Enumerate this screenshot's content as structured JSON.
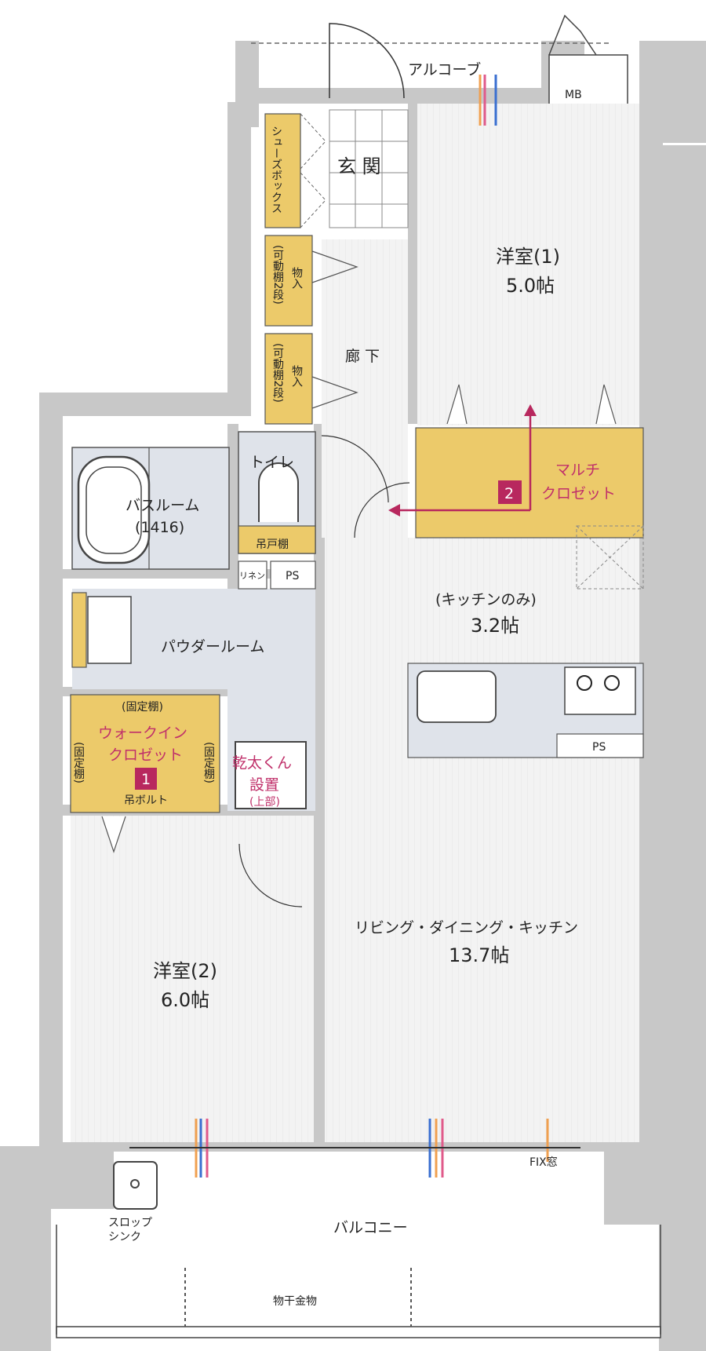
{
  "rooms": {
    "alcove": "アルコーブ",
    "mb": "MB",
    "entrance": "玄 関",
    "shoebox": "シューズボックス",
    "storage_top_label": "物入",
    "storage_top_sub": "(可動棚2段)",
    "storage_bottom_label": "物入",
    "storage_bottom_sub": "(可動棚2段)",
    "hallway": "廊 下",
    "western1_name": "洋室(1)",
    "western1_size": "5.0帖",
    "toilet": "トイレ",
    "hanging_shelf": "吊戸棚",
    "bathroom_name": "バスルーム",
    "bathroom_size": "(1416)",
    "multi_closet_line1": "マルチ",
    "multi_closet_line2": "クロゼット",
    "multi_closet_num": "2",
    "linen": "リネン",
    "ps_top": "PS",
    "kitchen_only_name": "(キッチンのみ)",
    "kitchen_only_size": "3.2帖",
    "powder_room": "パウダールーム",
    "fixed_shelf_top": "(固定棚)",
    "fixed_shelf_left": "(固定棚)",
    "fixed_shelf_right": "(固定棚)",
    "wic_line1": "ウォークイン",
    "wic_line2": "クロゼット",
    "wic_num": "1",
    "hanging_bolt": "吊ボルト",
    "dryer_line1": "乾太くん",
    "dryer_line2": "設置",
    "dryer_line3": "(上部)",
    "ps_kitchen": "PS",
    "ldk_name": "リビング・ダイニング・キッチン",
    "ldk_size": "13.7帖",
    "western2_name": "洋室(2)",
    "western2_size": "6.0帖",
    "fix_window": "FIX窓",
    "slop_sink_line1": "スロップ",
    "slop_sink_line2": "シンク",
    "balcony": "バルコニー",
    "clothes_hanger": "物干金物"
  },
  "colors": {
    "wall": "#c8c8c8",
    "floor_wood": "#f1f1f1",
    "floor_wet": "#dfe3ea",
    "closet": "#ecca6a",
    "accent": "#b8285e"
  }
}
